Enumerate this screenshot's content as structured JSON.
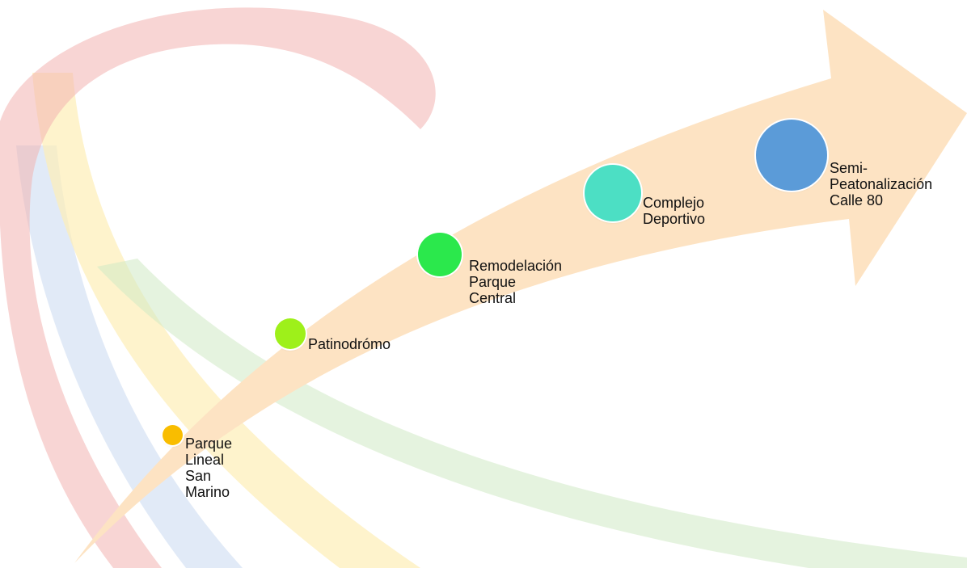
{
  "colors": {
    "arrow": "#fde3c3",
    "ribbon_red": "#f3b3b0",
    "ribbon_yellow": "#fdeeb6",
    "ribbon_green": "#cfe9c4",
    "ribbon_blue": "#c8d8f0"
  },
  "milestones": [
    {
      "label": "Parque\nLineal San\nMarino",
      "color": "#f9bd00"
    },
    {
      "label": "Patinodrómo",
      "color": "#9ef01a"
    },
    {
      "label": "Remodelación\nParque  Central",
      "color": "#2be84c"
    },
    {
      "label": "Complejo\nDeportivo",
      "color": "#4cdfc4"
    },
    {
      "label": "Semi-\nPeatonalización\nCalle 80",
      "color": "#5b9bd8"
    }
  ]
}
